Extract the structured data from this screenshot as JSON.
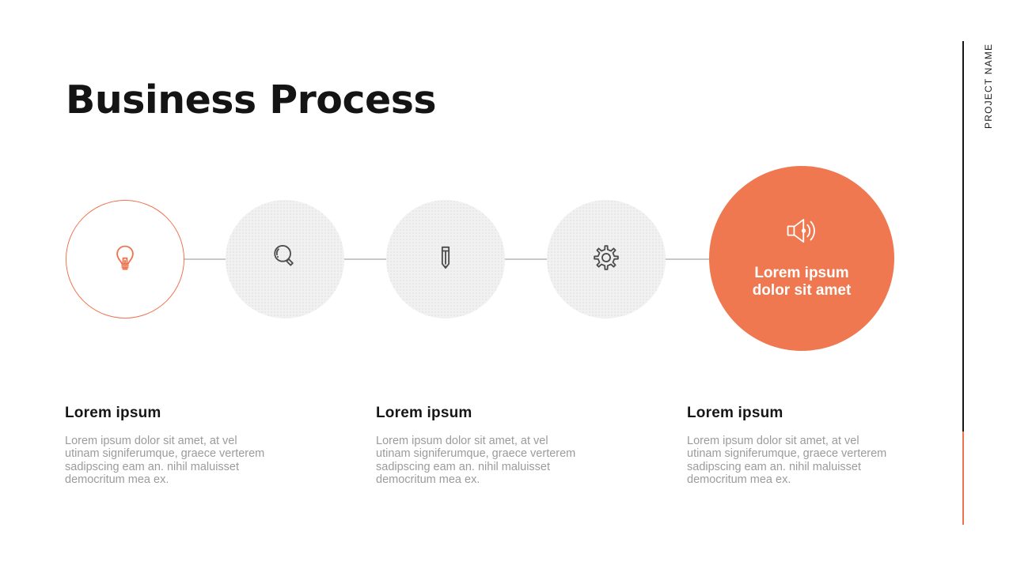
{
  "slide": {
    "title": "Business Process",
    "vertical_label": "PROJECT NAME"
  },
  "colors": {
    "accent_orange": "#EF7850",
    "circle_gray": "#F1F1F1",
    "icon_dark_gray": "#4D4D4D",
    "heading_text": "#161616",
    "body_text": "#9B9B9B",
    "connector_gray": "#C9C9C9"
  },
  "process": {
    "steps": [
      {
        "icon": "lightbulb-icon",
        "style": "white-outline-accent"
      },
      {
        "icon": "magnifier-icon",
        "style": "gray"
      },
      {
        "icon": "pencil-icon",
        "style": "gray"
      },
      {
        "icon": "gear-icon",
        "style": "gray"
      },
      {
        "icon": "speaker-icon",
        "style": "accent-filled",
        "label": "Lorem ipsum\ndolor sit amet"
      }
    ]
  },
  "columns": [
    {
      "heading": "Lorem ipsum",
      "body": "Lorem ipsum dolor sit amet, at vel\nutinam signiferumque, graece verterem\nsadipscing eam an. nihil maluisset\ndemocritum mea ex."
    },
    {
      "heading": "Lorem ipsum",
      "body": "Lorem ipsum dolor sit amet, at vel\nutinam signiferumque, graece verterem\nsadipscing eam an. nihil maluisset\ndemocritum mea ex."
    },
    {
      "heading": "Lorem ipsum",
      "body": "Lorem ipsum dolor sit amet, at vel\nutinam signiferumque, graece verterem\nsadipscing eam an. nihil maluisset\ndemocritum mea ex."
    }
  ]
}
